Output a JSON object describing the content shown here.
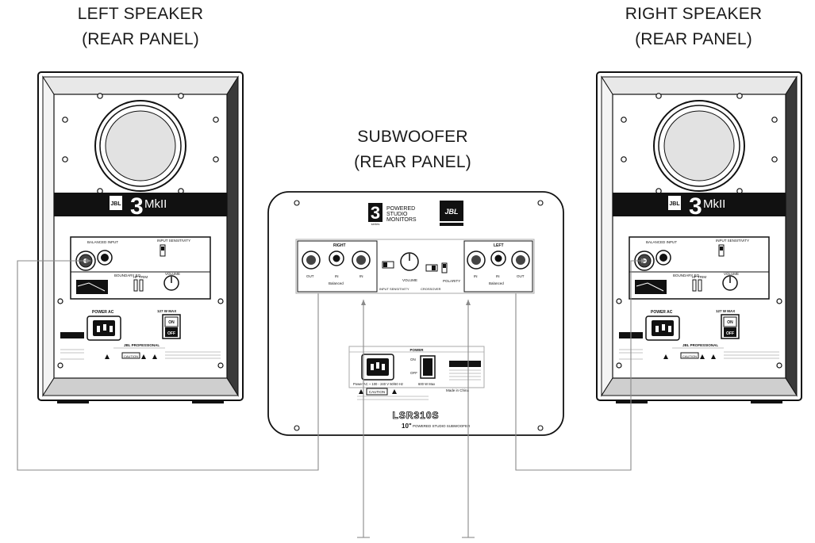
{
  "titles": {
    "left_line1": "LEFT SPEAKER",
    "left_line2": "(REAR PANEL)",
    "sub_line1": "SUBWOOFER",
    "sub_line2": "(REAR PANEL)",
    "right_line1": "RIGHT SPEAKER",
    "right_line2": "(REAR PANEL)"
  },
  "speaker": {
    "model": "3",
    "model_suffix": "MkII",
    "brand": "JBL",
    "balanced_input": "BALANCED INPUT",
    "input_sensitivity": "INPUT SENSITIVITY",
    "boundary_eq": "BOUNDARY EQ",
    "hf_trim": "HF TRIM",
    "volume": "VOLUME",
    "power_ac": "POWER AC",
    "max_watts": "127 W MAX",
    "on": "ON",
    "off": "OFF",
    "jbl_professional": "JBL PROFESSIONAL",
    "caution": "CAUTION"
  },
  "subwoofer": {
    "series_num": "3",
    "series_word": "series",
    "powered_studio_monitors": [
      "POWERED",
      "STUDIO",
      "MONITORS"
    ],
    "brand": "JBL",
    "right": "RIGHT",
    "left": "LEFT",
    "out": "OUT",
    "in": "IN",
    "balanced": "Balanced",
    "volume": "VOLUME",
    "input_sensitivity": "INPUT SENSITIVITY",
    "crossover": "CROSSOVER",
    "polarity": "POLARITY",
    "power": "POWER",
    "on": "ON",
    "off": "OFF",
    "power_ac": "Power AC ~ 100 - 240 V 50/60 Hz",
    "max_watts": "600 W Max",
    "caution": "CAUTION",
    "made_in": "Made in China",
    "model_name": "LSR310S",
    "model_size": "10\"",
    "model_desc": "POWERED STUDIO SUBWOOFER"
  }
}
